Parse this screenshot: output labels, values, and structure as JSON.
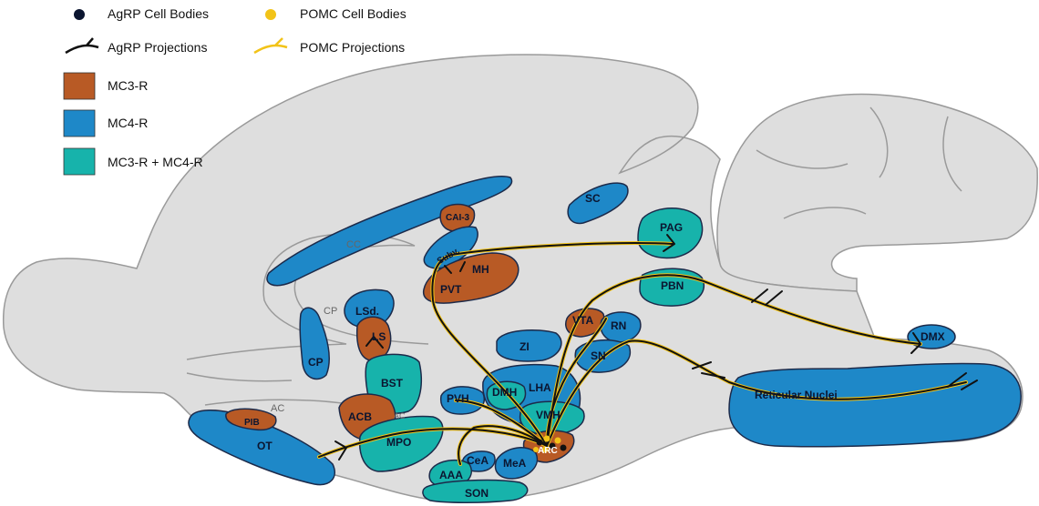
{
  "legend": {
    "agrp_bodies": "AgRP Cell Bodies",
    "pomc_bodies": "POMC Cell Bodies",
    "agrp_projections": "AgRP Projections",
    "pomc_projections": "POMC Projections",
    "mc3r": "MC3-R",
    "mc4r": "MC4-R",
    "mc3r_mc4r": "MC3-R + MC4-R"
  },
  "colors": {
    "mc3r": "#b85a25",
    "mc4r": "#1e88c8",
    "mc3r_mc4r": "#17b3ab",
    "agrp": "#111111",
    "pomc": "#f2c318",
    "brain": "#dedede"
  },
  "regions": {
    "cai3": "CAI-3",
    "subv": "Subv.",
    "mh": "MH",
    "pvt": "PVT",
    "sc": "SC",
    "pag": "PAG",
    "pbn": "PBN",
    "lsd": "LSd.",
    "ls": "LS",
    "cp1": "CP",
    "cp2": "CP",
    "bst": "BST",
    "acb": "ACB",
    "pib": "PIB",
    "ot": "OT",
    "mpo": "MPO",
    "zi": "ZI",
    "vta": "VTA",
    "rn": "RN",
    "sn": "SN",
    "pvh": "PVH",
    "dmh": "DMH",
    "lha": "LHA",
    "vmh": "VMH",
    "arc": "ARC",
    "cea": "CeA",
    "aaa": "AAA",
    "mea": "MeA",
    "son": "SON",
    "dmx": "DMX",
    "reticular": "Reticular Nuclei"
  },
  "anatomy": {
    "cc": "CC",
    "ac1": "AC",
    "ac2": "AC"
  }
}
